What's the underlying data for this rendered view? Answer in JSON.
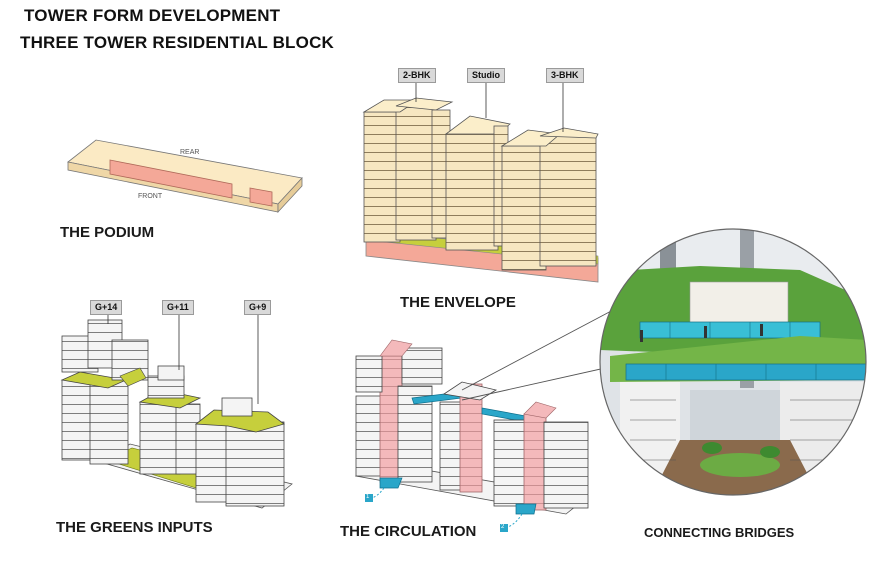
{
  "header": {
    "title_line1": "TOWER FORM DEVELOPMENT",
    "title_line2": "THREE TOWER RESIDENTIAL BLOCK"
  },
  "panels": {
    "podium": {
      "caption": "THE PODIUM",
      "rear_label": "REAR",
      "front_label": "FRONT"
    },
    "envelope": {
      "caption": "THE ENVELOPE",
      "tags": [
        "2-BHK",
        "Studio",
        "3-BHK"
      ]
    },
    "greens": {
      "caption": "THE GREENS INPUTS",
      "tags": [
        "G+14",
        "G+11",
        "G+9"
      ]
    },
    "circulation": {
      "caption": "THE CIRCULATION",
      "markers": [
        "1",
        "2"
      ]
    },
    "bridges": {
      "caption": "CONNECTING BRIDGES"
    }
  },
  "colors": {
    "building_cream": "#f6e7c1",
    "building_white": "#f2f2f2",
    "podium_salmon": "#f4a898",
    "green_yellow": "#c6cf3c",
    "core_pink": "#f4b9bb",
    "bridge_cyan": "#2aa6c9",
    "lawn_green": "#5aa23c"
  }
}
